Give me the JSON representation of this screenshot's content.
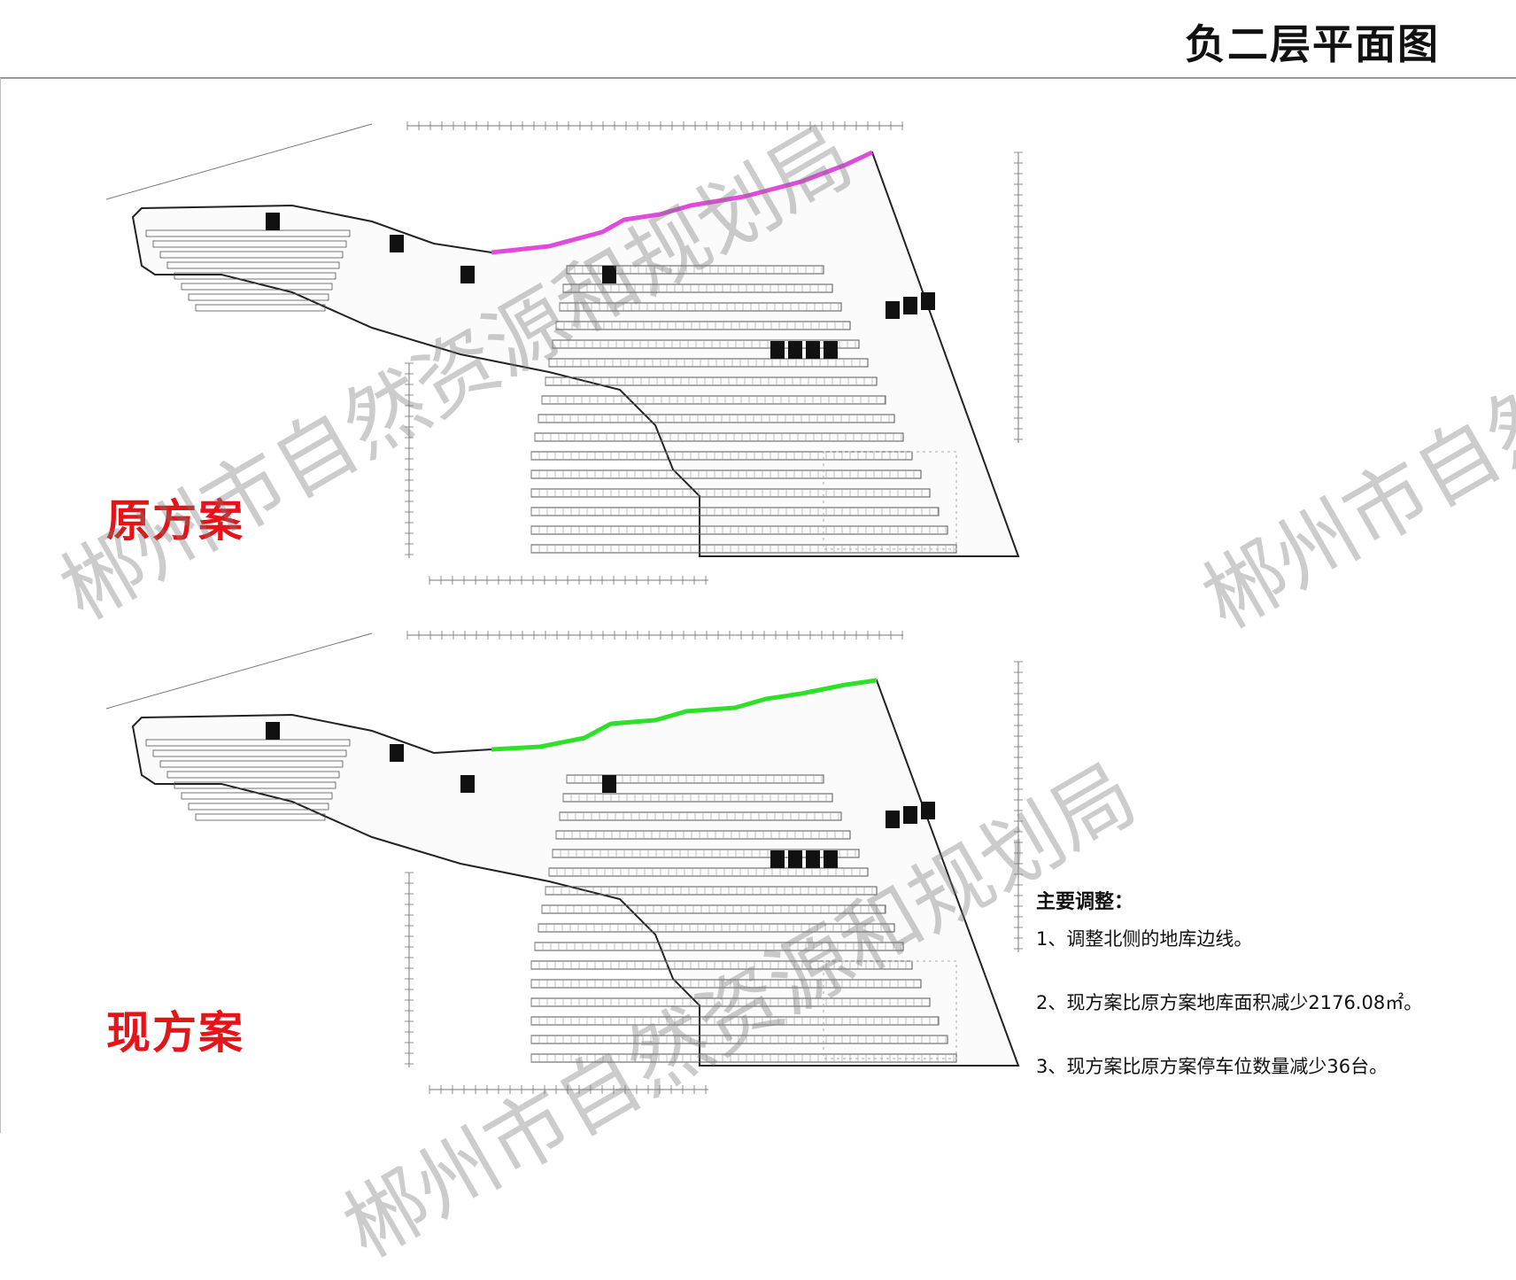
{
  "page": {
    "title": "负二层平面图"
  },
  "plans": [
    {
      "label": "原方案",
      "edge_color": "#e14bdc"
    },
    {
      "label": "现方案",
      "edge_color": "#2fe02a"
    }
  ],
  "notes": {
    "heading": "主要调整：",
    "items": [
      "1、调整北侧的地库边线。",
      "2、现方案比原方案地库面积减少2176.08㎡。",
      "3、现方案比原方案停车位数量减少36台。"
    ]
  },
  "watermark": {
    "text": "郴州市自然资源和规划局"
  },
  "colors": {
    "label_red": "#e4141b",
    "line_gray": "#555555"
  }
}
